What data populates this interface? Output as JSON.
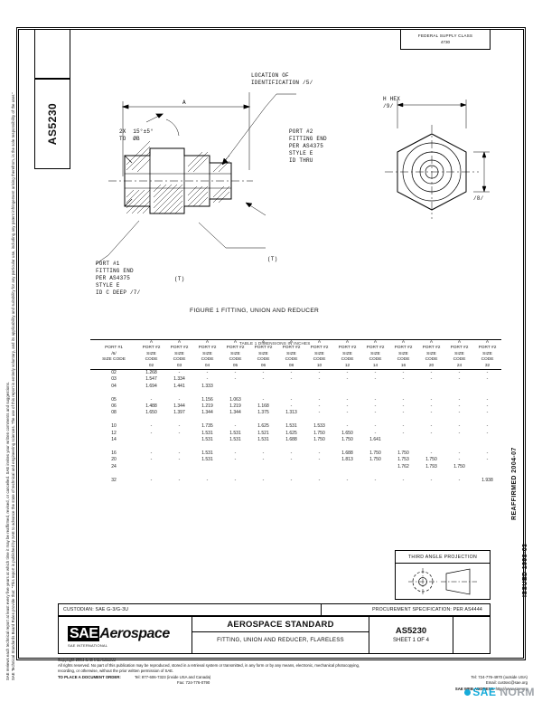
{
  "document": {
    "standard_number": "AS5230",
    "federal_supply_class_label": "FEDERAL SUPPLY CLASS",
    "federal_supply_class_value": "4730",
    "title_block_heading": "AEROSPACE STANDARD",
    "title_block_subtitle": "FITTING, UNION AND REDUCER, FLARELESS",
    "doc_number": "AS5230",
    "sheet": "SHEET 1 OF 4",
    "custodian": "CUSTODIAN: SAE G-3/G-3U",
    "procurement": "PROCUREMENT SPECIFICATION: PER AS4444",
    "third_angle_projection": "THIRD ANGLE PROJECTION",
    "reaffirmed": "REAFFIRMED 2004-07",
    "issued": "ISSUED 1998-03",
    "logo_primary": "SAE",
    "logo_secondary": "Aerospace",
    "logo_tagline": "SAE INTERNATIONAL"
  },
  "figure": {
    "caption": "FIGURE 1  FITTING, UNION AND REDUCER",
    "callouts": {
      "location_identification": "LOCATION OF\nIDENTIFICATION /5/",
      "port2": "PORT #2\nFITTING END\nPER AS4375\nSTYLE E\nID THRU",
      "port1": "PORT #1\nFITTING END\nPER AS4375\nSTYLE E\nID C DEEP /7/",
      "chamfer": "2X  15°±5°\nTO  ØB",
      "dim_a": "A",
      "dim_hex": "H HEX\n/9/",
      "dim_t_left": "(T)",
      "dim_t_right": "(T)",
      "dim_right_note": "/8/"
    }
  },
  "table": {
    "note": "TABLE 1  DIMENSIONS IN INCHES",
    "corner_header": "PORT #1\n/6/\nSIZE CODE",
    "col_group_letter": "A",
    "col_header_line1": "PORT #2",
    "col_header_line2": "SIZE",
    "col_header_line3": "CODE",
    "size_codes": [
      "02",
      "03",
      "04",
      "05",
      "06",
      "08",
      "10",
      "12",
      "14",
      "16",
      "20",
      "24",
      "32"
    ],
    "rows": [
      {
        "size": "02",
        "values": [
          "1.268",
          "-",
          "-",
          "-",
          "-",
          "-",
          "-",
          "-",
          "-",
          "-",
          "-",
          "-",
          "-"
        ]
      },
      {
        "size": "03",
        "values": [
          "1.547",
          "1.334",
          "-",
          "-",
          "-",
          "-",
          "-",
          "-",
          "-",
          "-",
          "-",
          "-",
          "-"
        ]
      },
      {
        "size": "04",
        "values": [
          "1.694",
          "1.441",
          "1.333",
          "",
          "",
          "",
          "",
          "",
          "",
          "",
          "",
          "",
          ""
        ]
      },
      {
        "size": "05",
        "values": [
          "-",
          "-",
          "1.156",
          "1.063",
          "-",
          "-",
          "-",
          "-",
          "-",
          "-",
          "-",
          "-",
          "-"
        ]
      },
      {
        "size": "06",
        "values": [
          "1.488",
          "1.344",
          "1.219",
          "1.219",
          "1.168",
          "-",
          "-",
          "-",
          "-",
          "-",
          "-",
          "-",
          "-"
        ]
      },
      {
        "size": "08",
        "values": [
          "1.650",
          "1.397",
          "1.344",
          "1.344",
          "1.375",
          "1.313",
          "-",
          "-",
          "-",
          "-",
          "-",
          "-",
          "-"
        ]
      },
      {
        "size": "10",
        "values": [
          "-",
          "-",
          "1.735",
          "-",
          "1.625",
          "1.531",
          "1.533",
          "-",
          "-",
          "-",
          "-",
          "-",
          "-"
        ]
      },
      {
        "size": "12",
        "values": [
          "-",
          "-",
          "1.531",
          "1.531",
          "1.521",
          "1.625",
          "1.750",
          "1.650",
          "-",
          "-",
          "-",
          "-",
          "-"
        ]
      },
      {
        "size": "14",
        "values": [
          "",
          "",
          "1.531",
          "1.531",
          "1.531",
          "1.688",
          "1.750",
          "1.750",
          "1.641",
          "",
          "",
          "",
          ""
        ]
      },
      {
        "size": "16",
        "values": [
          "-",
          "-",
          "1.531",
          "-",
          "-",
          "-",
          "-",
          "1.688",
          "1.750",
          "1.750",
          "-",
          "-",
          "-"
        ]
      },
      {
        "size": "20",
        "values": [
          "-",
          "-",
          "1.531",
          "-",
          "-",
          "-",
          "-",
          "1.813",
          "1.750",
          "1.753",
          "1.750",
          "-",
          "-"
        ]
      },
      {
        "size": "24",
        "values": [
          "",
          "",
          "",
          "",
          "",
          "",
          "",
          "",
          "",
          "1.762",
          "1.793",
          "1.750",
          ""
        ]
      },
      {
        "size": "32",
        "values": [
          "-",
          "-",
          "-",
          "-",
          "-",
          "-",
          "-",
          "-",
          "-",
          "-",
          "-",
          "-",
          "1.938"
        ]
      }
    ]
  },
  "footer": {
    "copyright_line1": "Copyright 2004 SAE International",
    "copyright_line2": "All rights reserved. No part of this publication may be reproduced, stored in a retrieval system or transmitted, in any form or by any means, electronic, mechanical photocopying,",
    "copyright_line3": "recording, or otherwise, without the prior written permission of SAE.",
    "order_label": "TO PLACE A DOCUMENT ORDER:",
    "tel_inside": "Tel:  877-606-7323 (inside USA and Canada)",
    "tel_outside": "Tel:  724-776-4970 (outside USA)",
    "fax": "Fax:  724-776-0790",
    "email": "Email:  custsvc@sae.org",
    "website_label": "SAE WEB ADDRESS:",
    "website": "http://www.sae.org"
  },
  "side_notes": {
    "left_note": "SAE Technical Standards Board Rules provide that: \"This report is published by SAE to advance the state of technical and engineering sciences. The use of this report is entirely voluntary, and its applicability and suitability for any particular use, including any patent infringement arising therefrom, is the sole responsibility of the user.\"",
    "left_note2": "SAE reviews each technical report at least every five years at which time it may be reaffirmed, revised, or cancelled. SAE invites your written comments and suggestions."
  },
  "watermark": {
    "primary": "SAE",
    "secondary": "NORM"
  }
}
